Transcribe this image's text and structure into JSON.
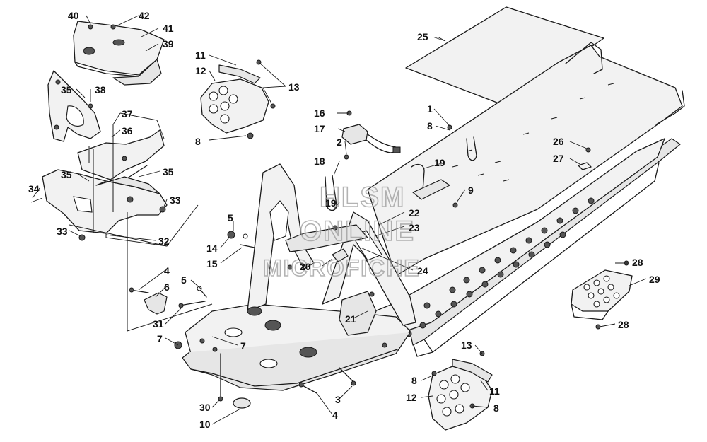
{
  "watermark": {
    "line1": "HLSM",
    "line2": "ONLINE",
    "line3": "MICROFICHE"
  },
  "callouts": [
    {
      "id": "c40",
      "label": "40"
    },
    {
      "id": "c42",
      "label": "42"
    },
    {
      "id": "c41",
      "label": "41"
    },
    {
      "id": "c39",
      "label": "39"
    },
    {
      "id": "c35a",
      "label": "35"
    },
    {
      "id": "c38",
      "label": "38"
    },
    {
      "id": "c37",
      "label": "37"
    },
    {
      "id": "c36",
      "label": "36"
    },
    {
      "id": "c35b",
      "label": "35"
    },
    {
      "id": "c35c",
      "label": "35"
    },
    {
      "id": "c34",
      "label": "34"
    },
    {
      "id": "c33a",
      "label": "33"
    },
    {
      "id": "c33b",
      "label": "33"
    },
    {
      "id": "c32",
      "label": "32"
    },
    {
      "id": "c11a",
      "label": "11"
    },
    {
      "id": "c12a",
      "label": "12"
    },
    {
      "id": "c13a",
      "label": "13"
    },
    {
      "id": "c8a",
      "label": "8"
    },
    {
      "id": "c16",
      "label": "16"
    },
    {
      "id": "c17",
      "label": "17"
    },
    {
      "id": "c2",
      "label": "2"
    },
    {
      "id": "c18",
      "label": "18"
    },
    {
      "id": "c25",
      "label": "25"
    },
    {
      "id": "c1",
      "label": "1"
    },
    {
      "id": "c8b",
      "label": "8"
    },
    {
      "id": "c19a",
      "label": "19"
    },
    {
      "id": "c9",
      "label": "9"
    },
    {
      "id": "c26",
      "label": "26"
    },
    {
      "id": "c27",
      "label": "27"
    },
    {
      "id": "c19b",
      "label": "19"
    },
    {
      "id": "c22",
      "label": "22"
    },
    {
      "id": "c23",
      "label": "23"
    },
    {
      "id": "c5a",
      "label": "5"
    },
    {
      "id": "c14",
      "label": "14"
    },
    {
      "id": "c15",
      "label": "15"
    },
    {
      "id": "c20",
      "label": "20"
    },
    {
      "id": "c24",
      "label": "24"
    },
    {
      "id": "c4a",
      "label": "4"
    },
    {
      "id": "c6",
      "label": "6"
    },
    {
      "id": "c5b",
      "label": "5"
    },
    {
      "id": "c31",
      "label": "31"
    },
    {
      "id": "c7a",
      "label": "7"
    },
    {
      "id": "c21",
      "label": "21"
    },
    {
      "id": "c7b",
      "label": "7"
    },
    {
      "id": "c28a",
      "label": "28"
    },
    {
      "id": "c29",
      "label": "29"
    },
    {
      "id": "c28b",
      "label": "28"
    },
    {
      "id": "c13b",
      "label": "13"
    },
    {
      "id": "c8c",
      "label": "8"
    },
    {
      "id": "c11b",
      "label": "11"
    },
    {
      "id": "c12b",
      "label": "12"
    },
    {
      "id": "c8d",
      "label": "8"
    },
    {
      "id": "c3",
      "label": "3"
    },
    {
      "id": "c4b",
      "label": "4"
    },
    {
      "id": "c30",
      "label": "30"
    },
    {
      "id": "c10",
      "label": "10"
    }
  ]
}
